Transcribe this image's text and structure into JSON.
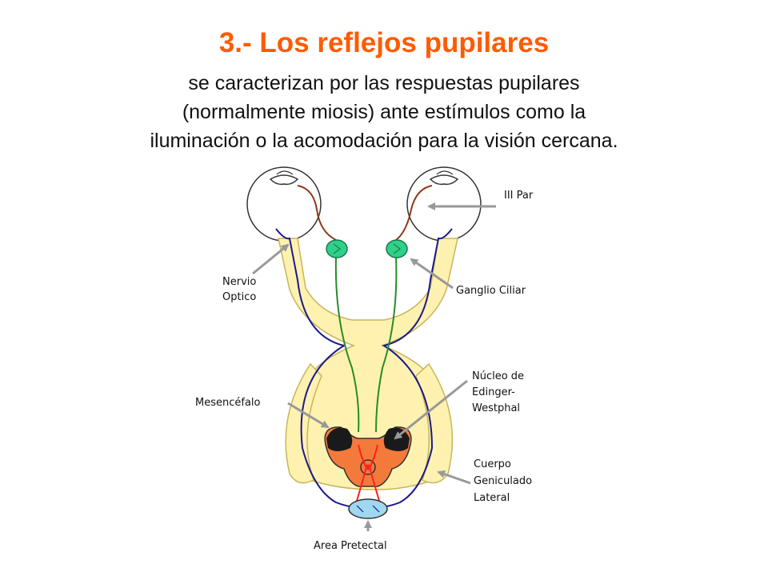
{
  "header": {
    "title": "3.-  Los reflejos pupilares",
    "subtitle_lines": [
      "se caracterizan por las respuestas pupilares",
      "(normalmente miosis) ante estímulos como la",
      "iluminación o la acomodación  para la visión cercana."
    ]
  },
  "diagram": {
    "labels": {
      "iii_par": "III Par",
      "nervio_line1": "Nervio",
      "nervio_line2": "Optico",
      "ganglio": "Ganglio Ciliar",
      "nucleo_line1": "Núcleo de",
      "nucleo_line2": "Edinger-",
      "nucleo_line3": "Westphal",
      "mesencefalo": "Mesencéfalo",
      "cuerpo_line1": "Cuerpo",
      "cuerpo_line2": "Geniculado",
      "cuerpo_line3": "Lateral",
      "area": "Area Pretectal"
    },
    "colors": {
      "title": "#ff5b00",
      "optic_pathway": "#fff2b0",
      "pathway_outline": "#c8b45a",
      "blue_fibers": "#1a1a8c",
      "green_fibers": "#2a8a2a",
      "brown_fibers": "#8b3a1a",
      "ganglion": "#2fd089",
      "midbrain": "#f47a3c",
      "nucleus": "#1a1a1a",
      "pretectal": "#9fd8f0",
      "red_fibers": "#ff2020",
      "arrows": "#999999"
    }
  }
}
